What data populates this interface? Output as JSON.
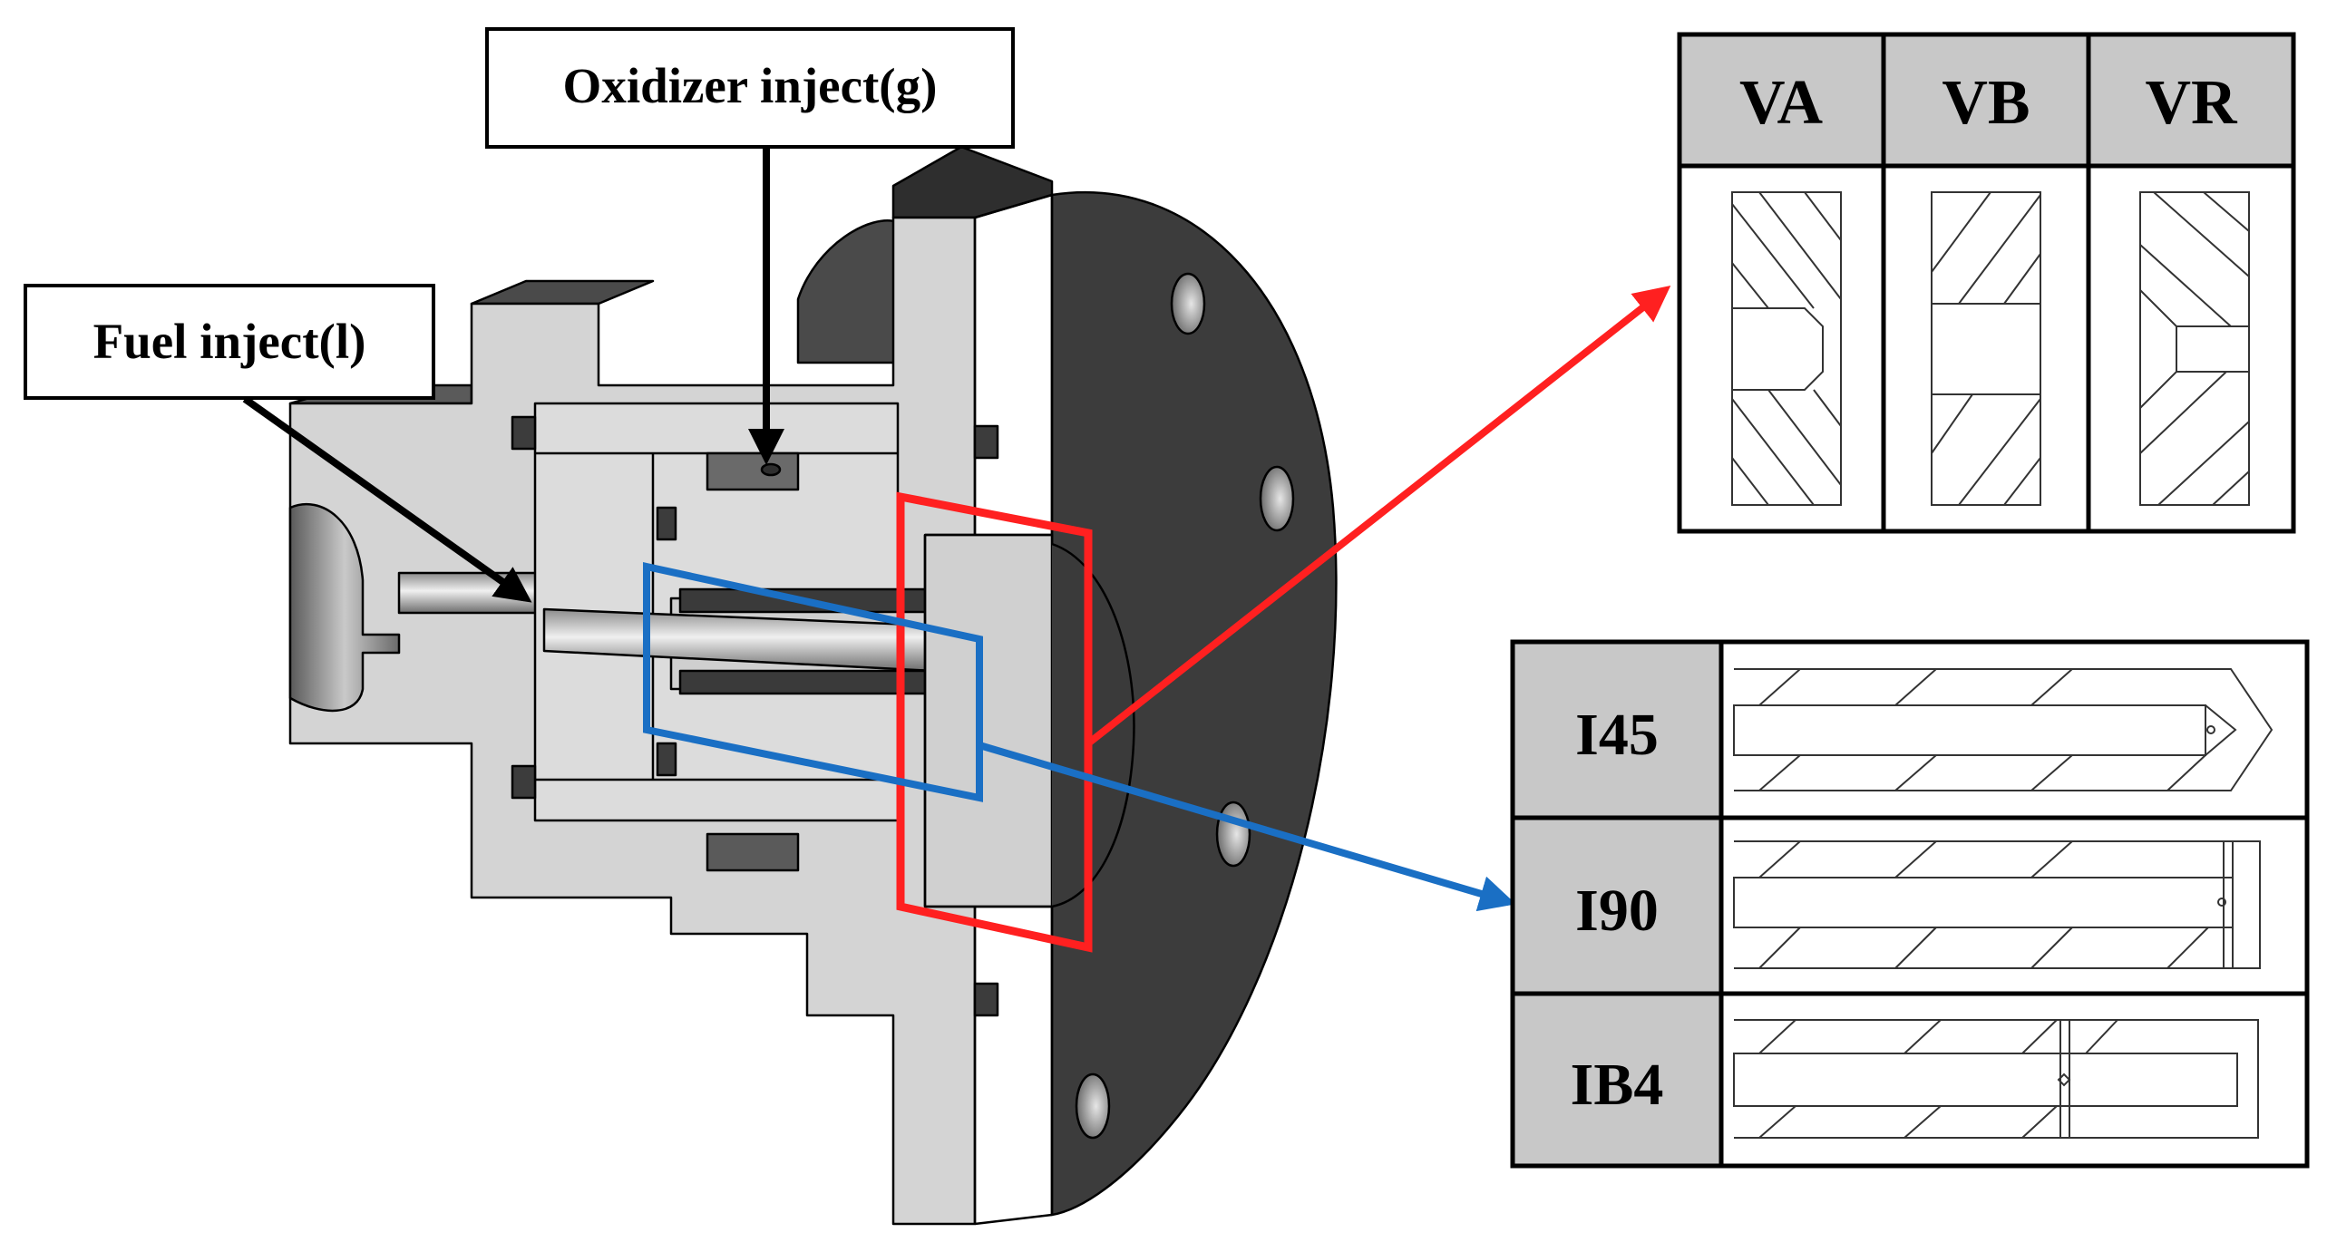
{
  "callouts": {
    "oxidizer": "Oxidizer inject(g)",
    "fuel": "Fuel inject(l)"
  },
  "top_table": {
    "headers": [
      "VA",
      "VB",
      "VR"
    ]
  },
  "bottom_table": {
    "rows": [
      "I45",
      "I90",
      "IB4"
    ]
  },
  "colors": {
    "highlight_red": "#ff2020",
    "highlight_blue": "#1a6fc4",
    "header_fill": "#c8c8c8",
    "body_gray": "#d4d4d4",
    "flange_dark": "#3c3c3c"
  }
}
